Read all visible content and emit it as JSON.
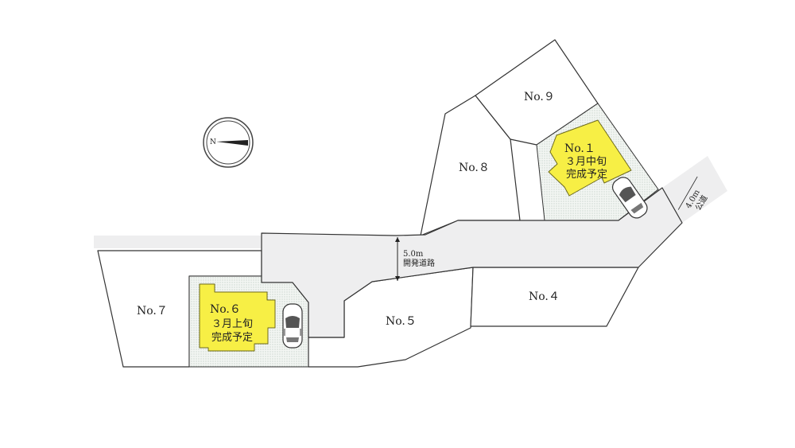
{
  "lots": {
    "no7": "No.７",
    "no5": "No.５",
    "no4": "No.４",
    "no8": "No.８",
    "no9": "No.９"
  },
  "houses": {
    "no6": {
      "lot": "No.６",
      "date": "３月上旬",
      "status": "完成予定"
    },
    "no1": {
      "lot": "No.１",
      "date": "３月中旬",
      "status": "完成予定"
    }
  },
  "dev_road": {
    "width": "5.0m",
    "label": "開発道路"
  },
  "public_road": {
    "width": "4.0m",
    "label": "公道"
  },
  "compass": {
    "north": "N"
  },
  "colors": {
    "house_fill": "#f7ef45",
    "road_fill": "#eeeeef",
    "yard_dots": "#9fb5a8"
  }
}
